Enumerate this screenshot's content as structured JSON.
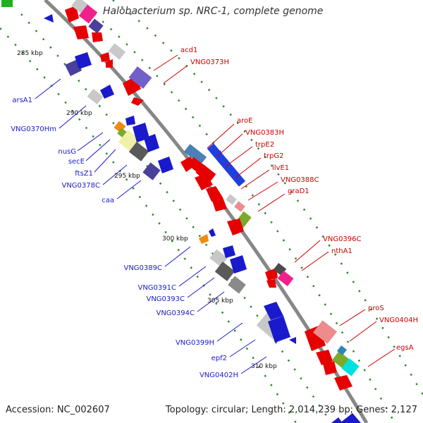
{
  "header": {
    "title": "Halobacterium sp. NRC-1, complete genome"
  },
  "footer": {
    "accession": "Accession: NC_002607",
    "summary": "Topology: circular; Length: 2,014,239 bp; Genes: 2,127"
  },
  "ticks": [
    "285 kbp",
    "290 kbp",
    "295 kbp",
    "300 kbp",
    "305 kbp",
    "310 kbp"
  ],
  "genes_right": [
    "acd1",
    "VNG0373H",
    "aroE",
    "VNG0383H",
    "trpE2",
    "trpG2",
    "ilvE1",
    "VNG0388C",
    "graD1",
    "VNG0396C",
    "nthA1",
    "proS",
    "VNG0404H",
    "egsA"
  ],
  "genes_left": [
    "arsA1",
    "VNG0370Hm",
    "nusG",
    "secE",
    "ftsZ1",
    "VNG0378C",
    "caa",
    "VNG0389C",
    "VNG0391C",
    "VNG0393C",
    "VNG0394C",
    "VNG0399H",
    "epf2",
    "VNG0402H"
  ],
  "colors": {
    "right_label": "#cc0000",
    "left_label": "#1a1acc",
    "backbone": "#8a8a8a",
    "tick_dot": "#2a8a2a"
  }
}
